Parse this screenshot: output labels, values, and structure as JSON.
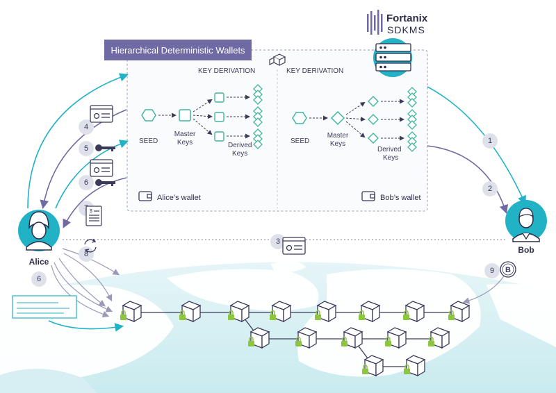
{
  "brand": {
    "name": "Fortanix",
    "product": "SDKMS",
    "colors": {
      "teal": "#22b2c6",
      "purple": "#6f6aa3",
      "green": "#3fb59f",
      "lock": "#8cc63f"
    }
  },
  "banner": {
    "title": "Hierarchical Deterministic Wallets"
  },
  "wallets": {
    "alice": {
      "heading": "KEY DERIVATION",
      "seed": "SEED",
      "master_line1": "Master",
      "master_line2": "Keys",
      "derived_line1": "Derived",
      "derived_line2": "Keys",
      "name": "Alice’s wallet"
    },
    "bob": {
      "heading": "KEY DERIVATION",
      "seed": "SEED",
      "master_line1": "Master",
      "master_line2": "Keys",
      "derived_line1": "Derived",
      "derived_line2": "Keys",
      "name": "Bob’s wallet"
    }
  },
  "actors": {
    "alice": "Alice",
    "bob": "Bob"
  },
  "steps": [
    "1",
    "2",
    "3",
    "4",
    "5",
    "6",
    "6",
    "7",
    "8",
    "9"
  ],
  "icons": [
    "server-stack-icon",
    "wallet-icon",
    "id-card-icon",
    "key-icon",
    "invoice-icon",
    "refresh-icon",
    "bitcoin-icon",
    "lock-icon",
    "block-icon",
    "user-avatar-icon",
    "cube-stack-icon"
  ]
}
